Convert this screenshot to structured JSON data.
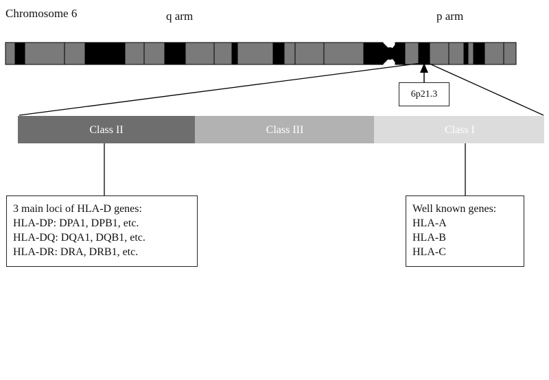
{
  "title": "Chromosome 6",
  "arms": {
    "q": "q arm",
    "p": "p arm"
  },
  "locus": "6p21.3",
  "regions": [
    {
      "label": "Class II",
      "color": "#6e6e6e",
      "text_color": "#ffffff"
    },
    {
      "label": "Class III",
      "color": "#b2b2b2",
      "text_color": "#ffffff"
    },
    {
      "label": "Class I",
      "color": "#dcdcdc",
      "text_color": "#333333"
    }
  ],
  "class2_box": {
    "lines": [
      "3 main loci of HLA-D genes:",
      "HLA-DP: DPA1, DPB1, etc.",
      "HLA-DQ: DQA1, DQB1, etc.",
      "HLA-DR: DRA, DRB1, etc."
    ]
  },
  "class1_box": {
    "lines": [
      "Well known genes:",
      "HLA-A",
      "HLA-B",
      "HLA-C"
    ]
  },
  "colors": {
    "band_dark": "#000000",
    "band_light": "#7a7a7a"
  }
}
